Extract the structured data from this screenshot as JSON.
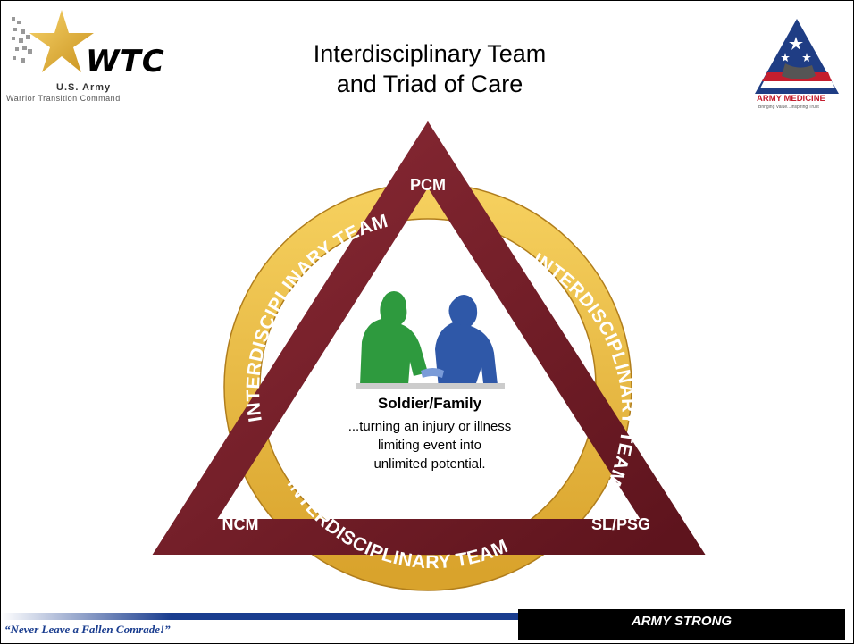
{
  "header": {
    "title_line1": "Interdisciplinary Team",
    "title_line2": "and Triad of Care"
  },
  "logos": {
    "left": {
      "wordmark": "WTC",
      "line1": "U.S. Army",
      "line2": "Warrior Transition Command",
      "icon": "gold-star-icon"
    },
    "right": {
      "title": "ARMY MEDICINE",
      "tagline": "Bringing Value...Inspiring Trust",
      "icon": "flag-triangle-icon"
    }
  },
  "diagram": {
    "corners": {
      "top": "PCM",
      "bottom_left": "NCM",
      "bottom_right": "SL/PSG"
    },
    "ring_label": "INTERDISCIPLINARY TEAM",
    "center_icon": "soldier-family-figures-icon",
    "center_title": "Soldier/Family",
    "center_lines": [
      "...turning an injury or illness",
      "limiting event into",
      "unlimited potential."
    ],
    "colors": {
      "triangle": "#7b1f2a",
      "ring": "#e9b83e",
      "figure_green": "#2e9a3e",
      "figure_blue": "#2f58a8"
    }
  },
  "footer": {
    "motto": "“Never Leave a Fallen Comrade!”",
    "slogan": "ARMY STRONG"
  }
}
